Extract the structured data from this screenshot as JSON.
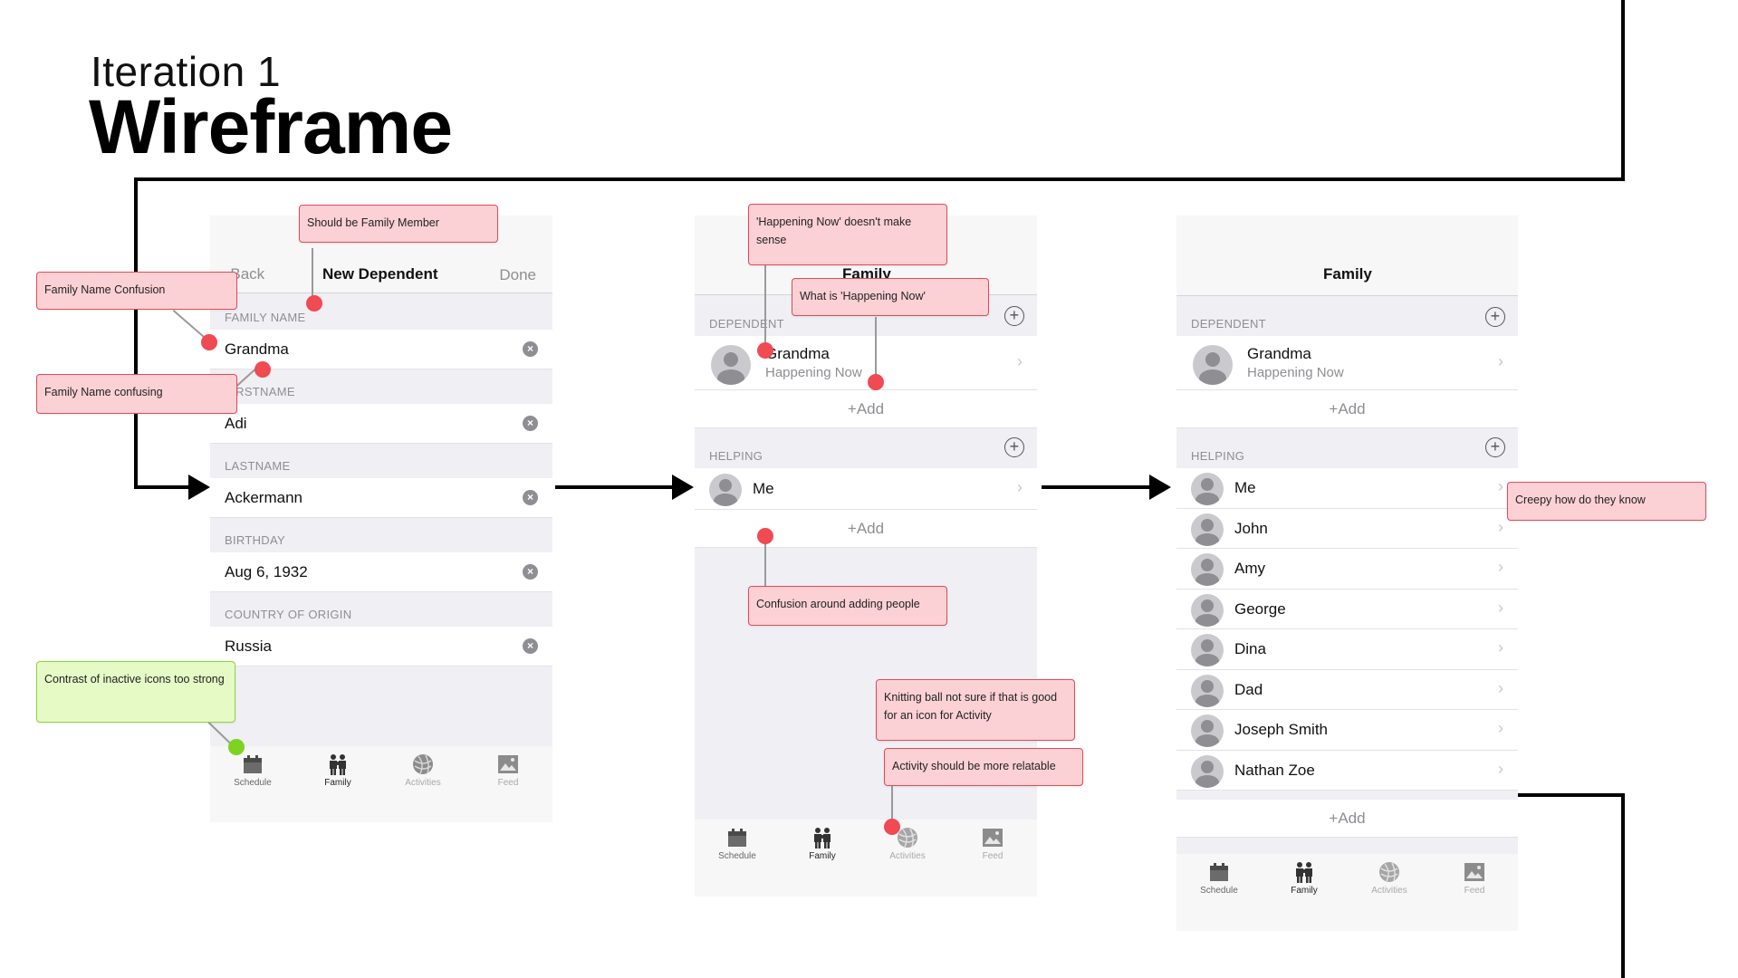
{
  "header": {
    "iteration": "Iteration 1",
    "title": "Wireframe"
  },
  "screen1": {
    "nav": {
      "back": "Back",
      "title": "New Dependent",
      "done": "Done"
    },
    "fields": [
      {
        "label": "FAMILY NAME",
        "value": "Grandma"
      },
      {
        "label": "FIRSTNAME",
        "value": "Adi"
      },
      {
        "label": "LASTNAME",
        "value": "Ackermann"
      },
      {
        "label": "BIRTHDAY",
        "value": "Aug 6, 1932"
      },
      {
        "label": "COUNTRY OF ORIGIN",
        "value": "Russia"
      }
    ],
    "clear_glyph": "×"
  },
  "screen2": {
    "nav": {
      "title": "Family"
    },
    "dependent_header": "DEPENDENT",
    "dependent": {
      "name": "Grandma",
      "status": "Happening Now"
    },
    "helping_header": "HELPING",
    "helping": [
      {
        "name": "Me"
      }
    ],
    "add_label": "+Add"
  },
  "screen3": {
    "nav": {
      "title": "Family"
    },
    "dependent_header": "DEPENDENT",
    "dependent": {
      "name": "Grandma",
      "status": "Happening Now"
    },
    "helping_header": "HELPING",
    "helping": [
      {
        "name": "Me"
      },
      {
        "name": "John"
      },
      {
        "name": "Amy"
      },
      {
        "name": "George"
      },
      {
        "name": "Dina"
      },
      {
        "name": "Dad"
      },
      {
        "name": "Joseph Smith"
      },
      {
        "name": "Nathan Zoe"
      }
    ],
    "add_label": "+Add"
  },
  "tabs": [
    {
      "label": "Schedule",
      "icon": "schedule-icon"
    },
    {
      "label": "Family",
      "icon": "family-icon"
    },
    {
      "label": "Activities",
      "icon": "activities-icon"
    },
    {
      "label": "Feed",
      "icon": "feed-icon"
    }
  ],
  "annotations": {
    "should_be_family_member": "Should be Family Member",
    "family_name_confusion": "Family Name Confusion",
    "family_name_confusing": "Family Name confusing",
    "contrast_inactive_icons": "Contrast of inactive icons too strong",
    "happening_now_sense": "'Happening Now' doesn't make sense",
    "what_is_happening_now": "What is 'Happening Now'",
    "confusion_adding_people": "Confusion around adding people",
    "knitting_ball": "Knitting ball not sure if that is good for an icon for Activity",
    "activity_relatable": "Activity should be more relatable",
    "creepy": "Creepy how do they know"
  },
  "colors": {
    "note_red_bg": "#fbd1d5",
    "note_red_border": "#e24b57",
    "note_green_bg": "#e6fac6",
    "dot_red": "#f04a52",
    "dot_green": "#7ed321"
  }
}
